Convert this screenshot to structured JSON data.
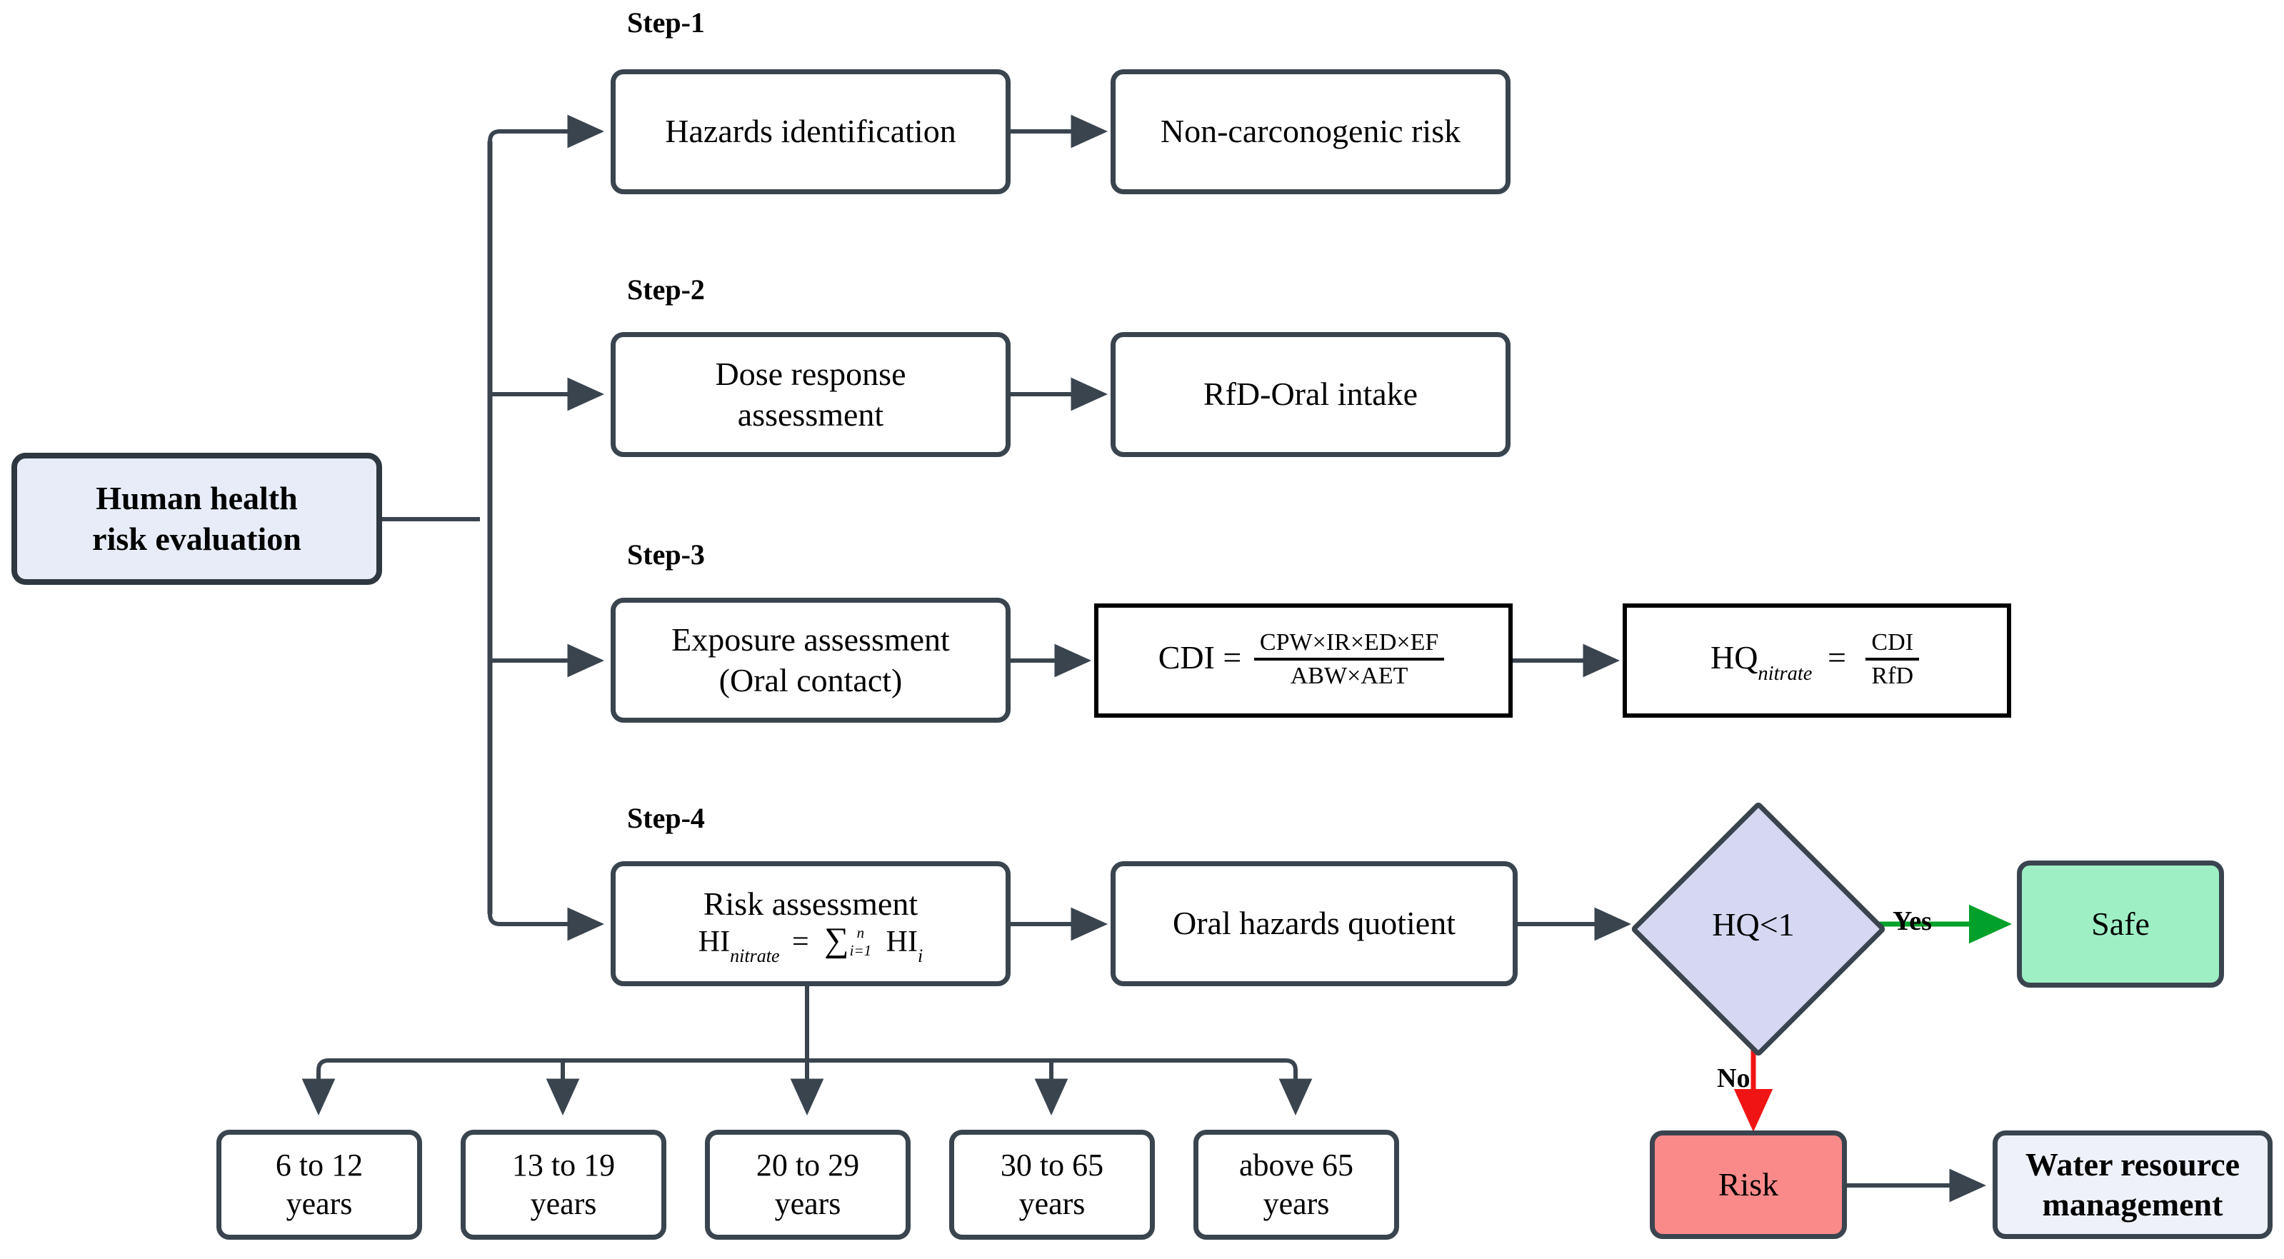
{
  "diagram": {
    "title": "Human health risk evaluation flowchart",
    "root": {
      "label_line1": "Human health",
      "label_line2": "risk evaluation"
    },
    "steps": [
      {
        "caption": "Step-1"
      },
      {
        "caption": "Step-2"
      },
      {
        "caption": "Step-3"
      },
      {
        "caption": "Step-4"
      }
    ],
    "row1": {
      "primary": "Hazards identification",
      "secondary": "Non-carconogenic risk"
    },
    "row2": {
      "primary_line1": "Dose response",
      "primary_line2": "assessment",
      "secondary": "RfD-Oral intake"
    },
    "row3": {
      "primary_line1": "Exposure assessment",
      "primary_line2": "(Oral contact)",
      "formula_cdi": {
        "lhs": "CDI",
        "eq": "=",
        "numerator": "CPW×IR×ED×EF",
        "denominator": "ABW×AET",
        "plain": "CDI = (CPW×IR×ED×EF) / (ABW×AET)"
      },
      "formula_hq": {
        "lhs": "HQ",
        "lhs_sub": "nitrate",
        "eq": "=",
        "numerator": "CDI",
        "denominator": "RfD",
        "plain": "HQ_nitrate = CDI / RfD"
      }
    },
    "row4": {
      "primary_line1": "Risk assessment",
      "formula_hi": {
        "lhs": "HI",
        "lhs_sub": "nitrate",
        "eq": "=",
        "sigma": "∑",
        "sigma_upper": "n",
        "sigma_lower": "i=1",
        "term": "HI",
        "term_sub": "i",
        "plain": "HI_nitrate = ∑(i=1..n) HI_i"
      },
      "secondary": "Oral hazards quotient"
    },
    "decision": {
      "label": "HQ<1"
    },
    "decision_branches": {
      "yes_label": "Yes",
      "no_label": "No",
      "yes_target": "Safe",
      "no_target": "Risk"
    },
    "outcome": "Water resource management",
    "outcome_line1": "Water resource",
    "outcome_line2": "management",
    "age_groups": [
      {
        "line1": "6 to 12",
        "line2": "years"
      },
      {
        "line1": "13 to 19",
        "line2": "years"
      },
      {
        "line1": "20 to 29",
        "line2": "years"
      },
      {
        "line1": "30 to 65",
        "line2": "years"
      },
      {
        "line1": "above 65",
        "line2": "years"
      }
    ],
    "colors": {
      "edge": "#3a444f",
      "yes_edge": "#00a02a",
      "no_edge": "#f01414",
      "root_fill": "#e8ecf8",
      "decision_fill": "#d6d8f2",
      "safe_fill": "#9ef0c4",
      "risk_fill": "#fa8a8a",
      "outcome_fill": "#eef1f9",
      "formula_border": "#000000"
    }
  }
}
